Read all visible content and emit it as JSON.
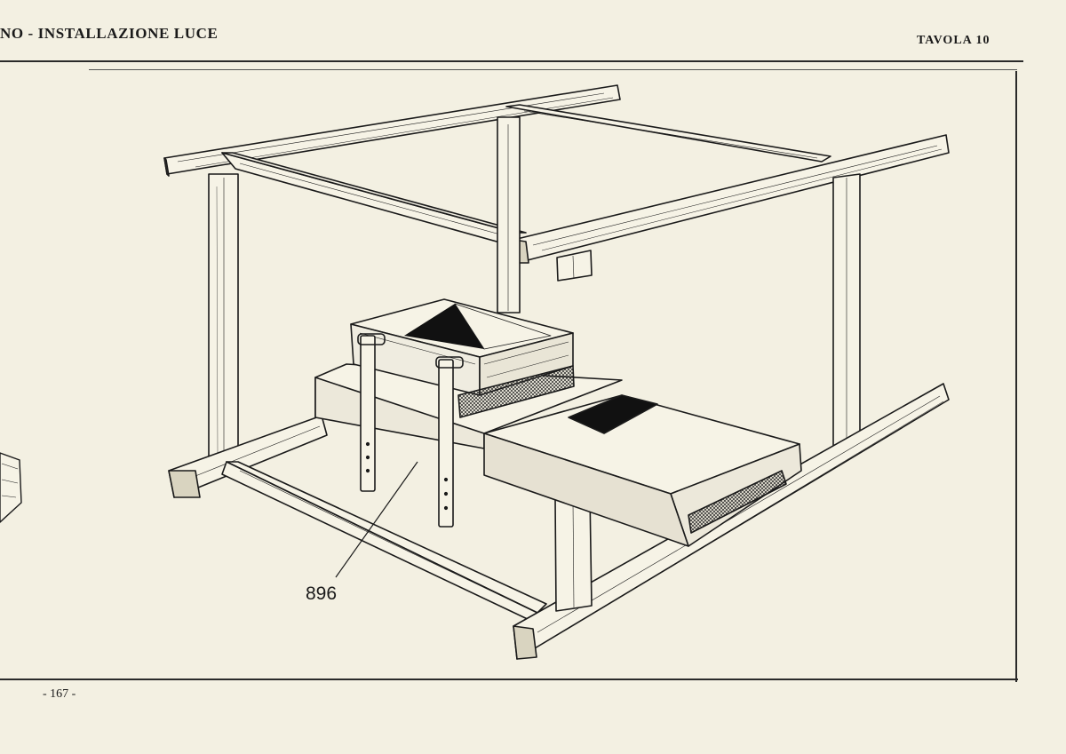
{
  "header": {
    "left_title": "NO - INSTALLAZIONE LUCE",
    "right_title": "TAVOLA 10"
  },
  "figure": {
    "callout_label": "896"
  },
  "footer": {
    "page_number": "- 167 -"
  }
}
